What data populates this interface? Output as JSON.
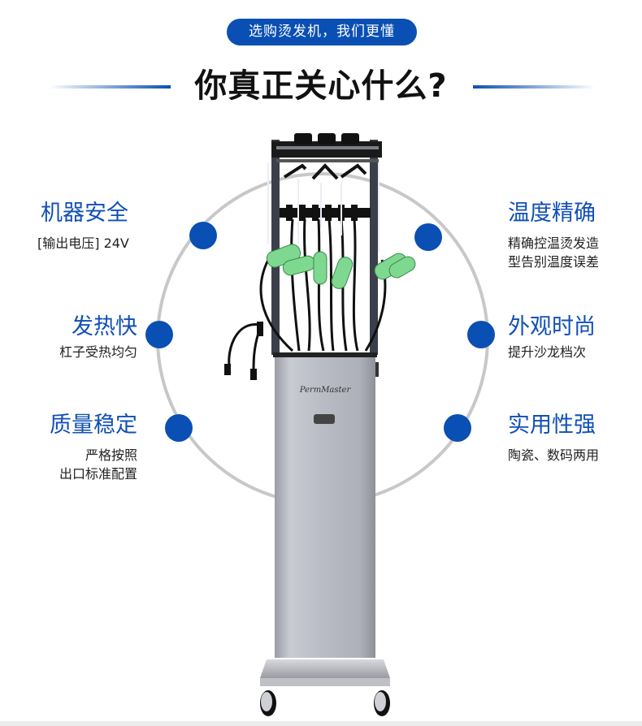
{
  "header": {
    "badge": "选购烫发机，我们更懂",
    "title": "你真正关心什么?"
  },
  "features": {
    "left": [
      {
        "title": "机器安全",
        "desc": [
          "[输出电压] 24V"
        ]
      },
      {
        "title": "发热快",
        "desc": [
          "杠子受热均匀"
        ]
      },
      {
        "title": "质量稳定",
        "desc": [
          "严格按照",
          "出口标准配置"
        ]
      }
    ],
    "right": [
      {
        "title": "温度精确",
        "desc": [
          "精确控温烫发造",
          "型告别温度误差"
        ]
      },
      {
        "title": "外观时尚",
        "desc": [
          "提升沙龙档次"
        ]
      },
      {
        "title": "实用性强",
        "desc": [
          "陶瓷、数码两用"
        ]
      }
    ]
  },
  "product": {
    "brand_text": "PermMaster",
    "image": "perm-machine-stand"
  },
  "colors": {
    "accent": "#0a4fb3",
    "heading_blue": "#1150b5",
    "ring_gray": "#c8c8c8",
    "rod_green": "#7fd88f"
  }
}
